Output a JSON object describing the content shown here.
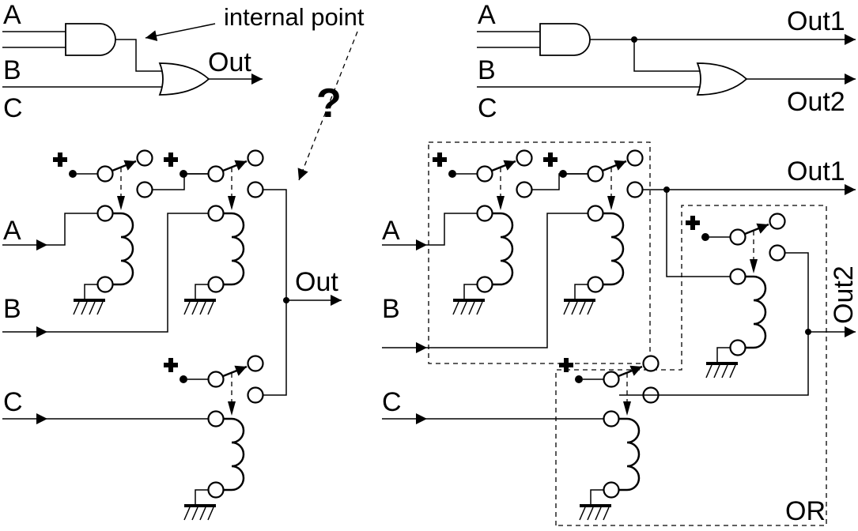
{
  "figure": {
    "left_gate_diagram": {
      "inputs": [
        "A",
        "B",
        "C"
      ],
      "output": "Out",
      "annotation": "internal point",
      "question_mark": "?"
    },
    "right_gate_diagram": {
      "inputs": [
        "A",
        "B",
        "C"
      ],
      "outputs": [
        "Out1",
        "Out2"
      ]
    },
    "left_relay_circuit": {
      "inputs": [
        "A",
        "B",
        "C"
      ],
      "output": "Out",
      "supply_symbol": "+"
    },
    "right_relay_circuit": {
      "inputs": [
        "A",
        "B",
        "C"
      ],
      "outputs": [
        "Out1",
        "Out2"
      ],
      "box_label": "OR",
      "supply_symbol": "+"
    }
  }
}
